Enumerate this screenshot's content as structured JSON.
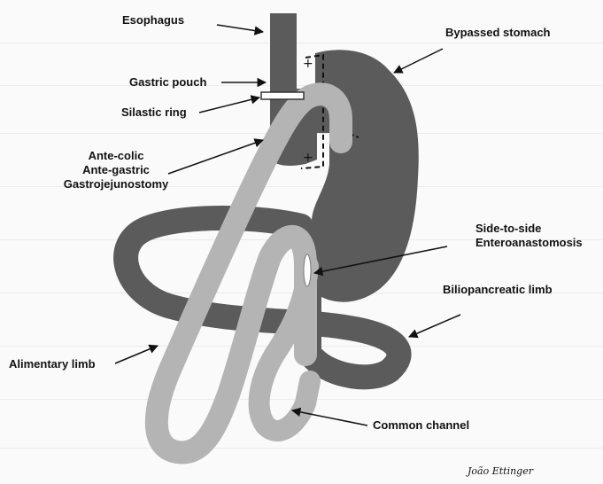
{
  "labels": {
    "esophagus": "Esophagus",
    "bypassed_stomach": "Bypassed stomach",
    "gastric_pouch": "Gastric pouch",
    "silastic_ring": "Silastic ring",
    "gastrojejunostomy_1": "Ante-colic",
    "gastrojejunostomy_2": "Ante-gastric",
    "gastrojejunostomy_3": "Gastrojejunostomy",
    "enteroanastomosis_1": "Side-to-side",
    "enteroanastomosis_2": "Enteroanastomosis",
    "biliopancreatic_limb": "Biliopancreatic limb",
    "alimentary_limb": "Alimentary limb",
    "common_channel": "Common channel"
  },
  "signature": "João Ettinger",
  "colors": {
    "organ_dark": "#5b5b5b",
    "alimentary_light": "#b4b4b4",
    "ring": "#ffffff",
    "text": "#111111"
  }
}
